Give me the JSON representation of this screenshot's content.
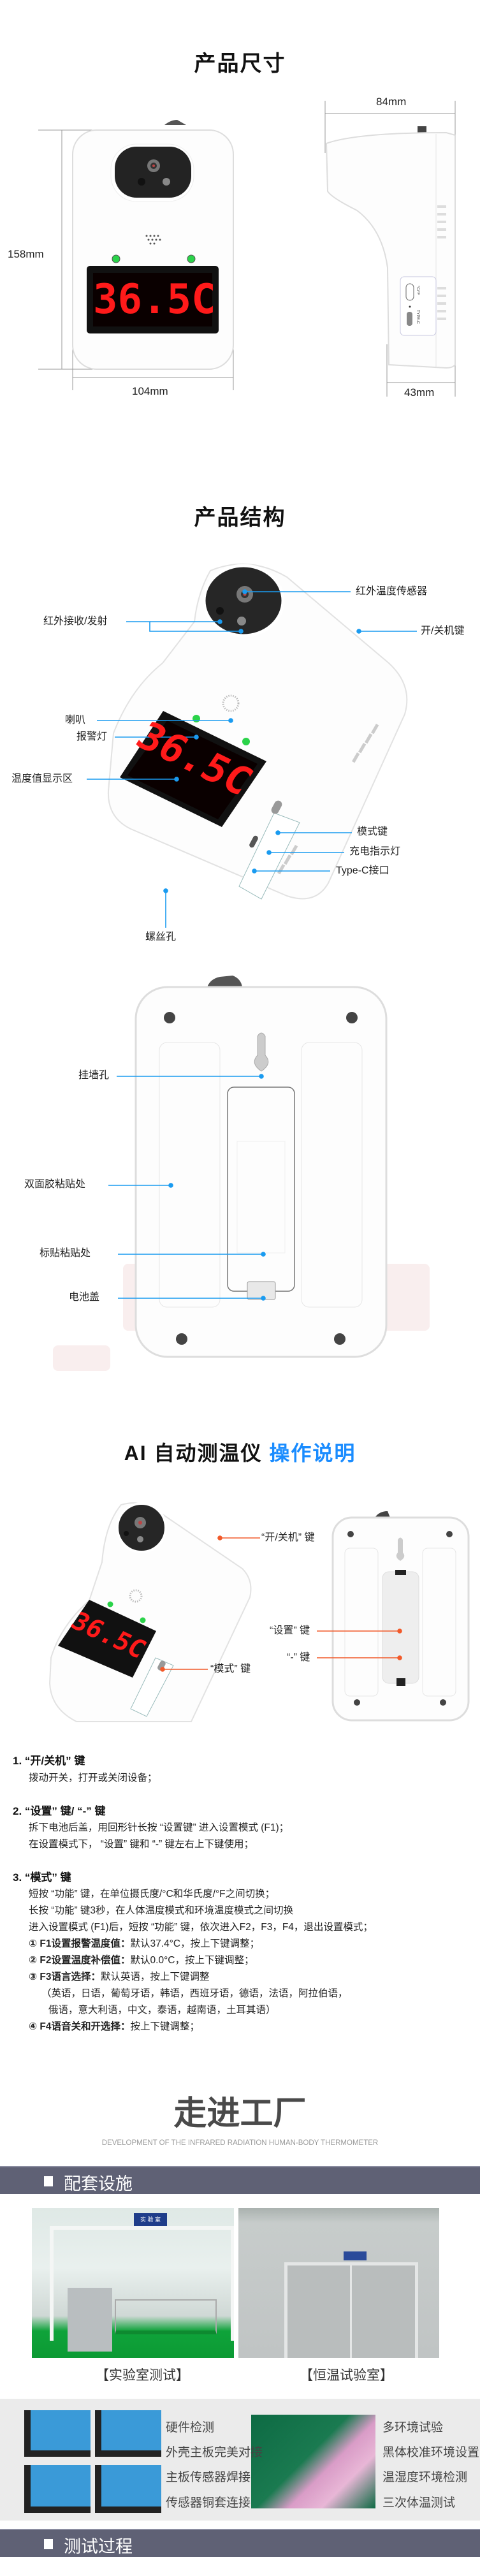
{
  "display_reading": "36.5C",
  "size_section": {
    "title": "产品尺寸",
    "height_label": "158mm",
    "width_label": "104mm",
    "depth_label": "84mm",
    "thickness_label": "43mm",
    "side_key_label": "°C/°F",
    "side_port_label": "TYPE-C"
  },
  "structure_section": {
    "title": "产品结构",
    "labels": {
      "ir_tx_rx": "红外接收/发射",
      "ir_sensor": "红外温度传感器",
      "power_key": "开/关机键",
      "speaker": "喇叭",
      "alarm_light": "报警灯",
      "display_area": "温度值显示区",
      "mode_key": "模式键",
      "charge_light": "充电指示灯",
      "typec_port": "Type-C接口",
      "screw_hole": "螺丝孔"
    },
    "back_labels": {
      "wall_hole": "挂墙孔",
      "tape_area": "双面胶粘贴处",
      "sticker_area": "标贴粘贴处",
      "battery_cover": "电池盖"
    }
  },
  "instructions_section": {
    "title_prefix": "AI 自动测温仪",
    "title_highlight": "操作说明",
    "callouts": {
      "power": "“开/关机” 键",
      "setting": "“设置” 键",
      "minus": "“-” 键",
      "mode": "“模式” 键"
    },
    "items": [
      {
        "heading": "1. “开/关机” 键",
        "lines": [
          "拨动开关，打开或关闭设备；"
        ]
      },
      {
        "heading": "2. “设置” 键/ “-” 键",
        "lines": [
          "拆下电池后盖，用回形针长按 “设置键” 进入设置模式 (F1)；",
          "在设置模式下， “设置” 键和 “-” 键左右上下键使用；"
        ]
      },
      {
        "heading": "3. “模式” 键",
        "lines": [
          "短按 “功能” 键，在单位摄氏度/°C和华氏度/°F之间切换；",
          "长按 “功能” 键3秒，在人体温度模式和环境温度模式之间切换",
          "进入设置模式 (F1)后，短按 “功能” 键，依次进入F2，F3，F4，退出设置模式；"
        ]
      }
    ],
    "settings": [
      {
        "bold": "① F1设置报警温度值：",
        "text": "默认37.4°C，按上下键调整；"
      },
      {
        "bold": "② F2设置温度补偿值：",
        "text": "默认0.0°C，按上下键调整；"
      },
      {
        "bold": "③ F3语言选择：",
        "text": "默认英语，按上下键调整"
      },
      {
        "bold": "④ F4语音关和开选择：",
        "text": "按上下键调整；"
      }
    ],
    "languages_line1": "（英语，日语，葡萄牙语，韩语，西班牙语，德语，法语，阿拉伯语，",
    "languages_line2": "俄语，意大利语，中文，泰语，越南语，土耳其语）"
  },
  "factory_section": {
    "title": "走进工厂",
    "subtitle": "DEVELOPMENT OF THE INFRARED RADIATION HUMAN-BODY  THERMOMETER",
    "facilities_banner": "配套设施",
    "lab_sign": "实 验 室",
    "photo_captions": [
      "【实验室测试】",
      "【恒温试验室】"
    ],
    "process_left": [
      "硬件检测",
      "外壳主板完美对接",
      "主板传感器焊接",
      "传感器铜套连接"
    ],
    "process_right": [
      "多环境试验",
      "黑体校准环境设置",
      "温湿度环境检测",
      "三次体温测试"
    ],
    "testing_banner": "测试过程"
  },
  "colors": {
    "callout_blue": "#1a9bf0",
    "callout_orange": "#f25a2a",
    "highlight_blue": "#1a8cff",
    "banner": "#5f6175"
  }
}
